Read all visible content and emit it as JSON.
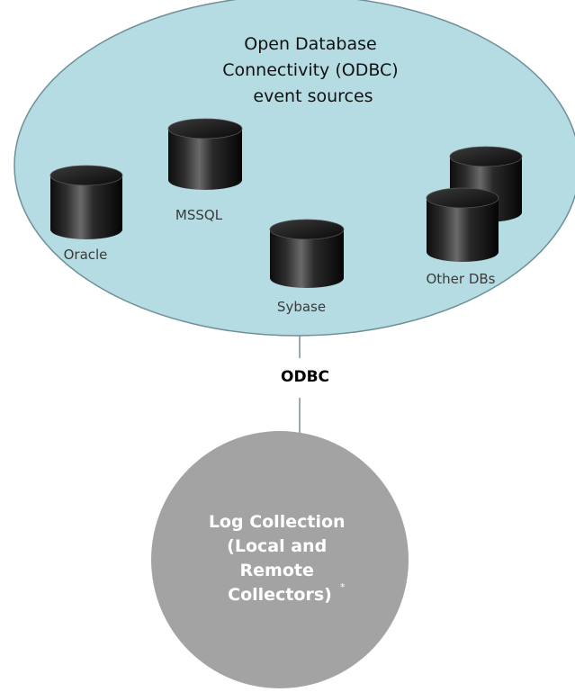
{
  "colors": {
    "ellipse_fill": "#b5dce3",
    "ellipse_stroke": "#6e8f98",
    "collector_fill": "#a3a3a3",
    "collector_text": "#ffffff",
    "line": "#9aa6b2",
    "db_body": "#1a1a1a",
    "db_highlight": "#6a6a6a"
  },
  "event_sources": {
    "title_lines": [
      "Open Database",
      "Connectivity (ODBC)",
      "event sources"
    ],
    "databases": [
      {
        "id": "oracle",
        "label": "Oracle",
        "icon": "database-cylinder-icon"
      },
      {
        "id": "mssql",
        "label": "MSSQL",
        "icon": "database-cylinder-icon"
      },
      {
        "id": "sybase",
        "label": "Sybase",
        "icon": "database-cylinder-icon"
      },
      {
        "id": "other",
        "label": "Other DBs",
        "icon": "database-stack-icon"
      }
    ]
  },
  "connector": {
    "label": "ODBC"
  },
  "collector": {
    "lines": [
      "Log Collection",
      "(Local and",
      "Remote",
      "Collectors)"
    ],
    "footnote_mark": "*"
  }
}
